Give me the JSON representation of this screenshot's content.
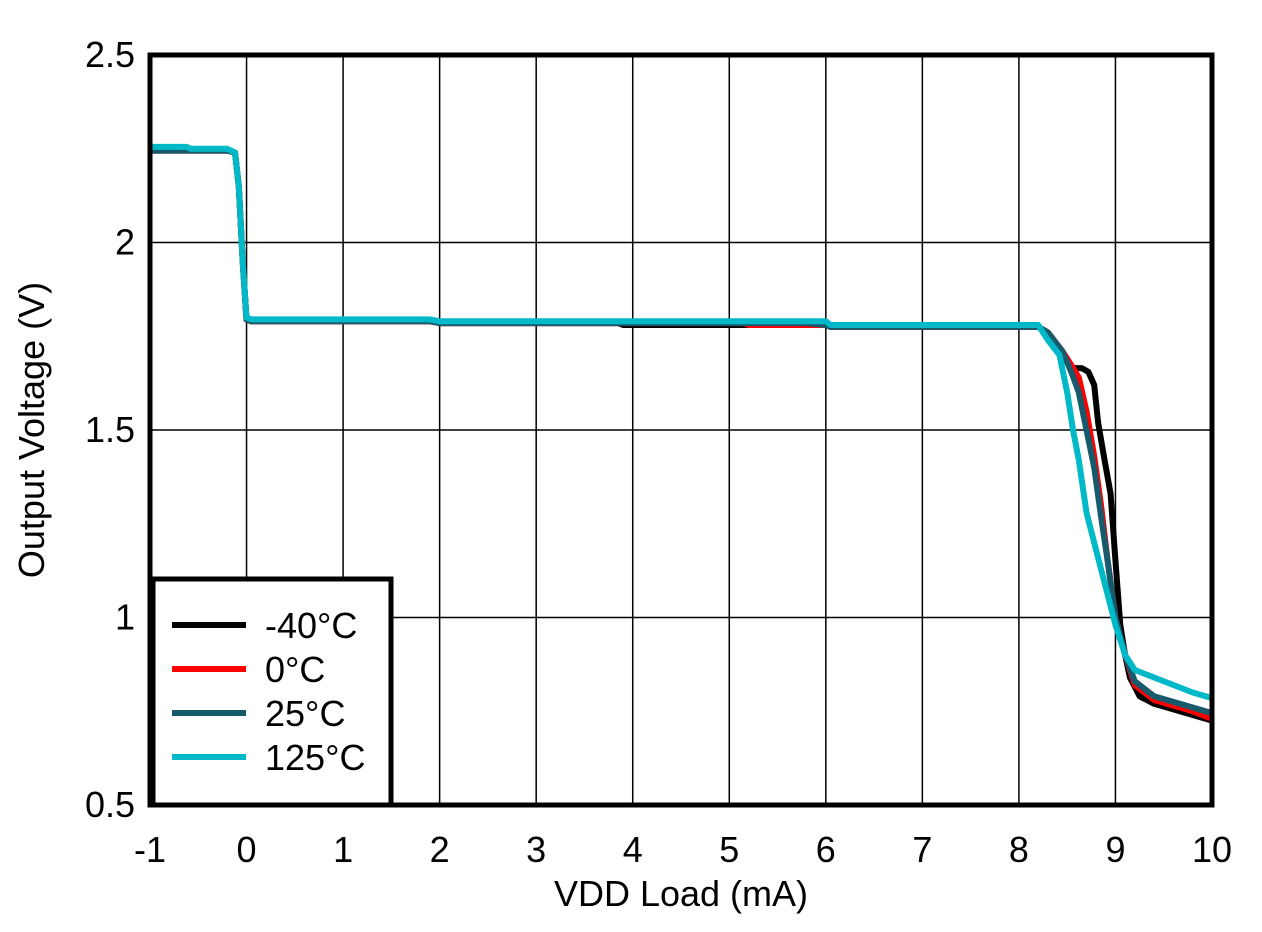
{
  "chart_data": {
    "type": "line",
    "title": "",
    "xlabel": "VDD Load (mA)",
    "ylabel": "Output Voltage (V)",
    "xlim": [
      -1,
      10
    ],
    "ylim": [
      0.5,
      2.5
    ],
    "xticks": [
      -1,
      0,
      1,
      2,
      3,
      4,
      5,
      6,
      7,
      8,
      9,
      10
    ],
    "xtick_labels": [
      "-1",
      "0",
      "1",
      "2",
      "3",
      "4",
      "5",
      "6",
      "7",
      "8",
      "9",
      "10"
    ],
    "yticks": [
      0.5,
      1,
      1.5,
      2,
      2.5
    ],
    "ytick_labels": [
      "0.5",
      "1",
      "1.5",
      "2",
      "2.5"
    ],
    "grid": true,
    "legend_position": "lower left",
    "series": [
      {
        "name": "-40°C",
        "color": "#000000",
        "x": [
          -1,
          -0.2,
          -0.12,
          -0.08,
          -0.04,
          0,
          0.05,
          1.9,
          2.0,
          3.85,
          3.9,
          6.0,
          6.05,
          8.2,
          8.3,
          8.45,
          8.55,
          8.65,
          8.72,
          8.78,
          8.82,
          8.88,
          8.95,
          9.0,
          9.05,
          9.1,
          9.15,
          9.25,
          9.4,
          9.6,
          9.8,
          10
        ],
        "y": [
          2.245,
          2.245,
          2.24,
          2.15,
          1.95,
          1.795,
          1.79,
          1.79,
          1.785,
          1.785,
          1.78,
          1.78,
          1.775,
          1.775,
          1.76,
          1.71,
          1.665,
          1.665,
          1.655,
          1.62,
          1.52,
          1.43,
          1.33,
          1.15,
          0.98,
          0.9,
          0.84,
          0.79,
          0.77,
          0.755,
          0.74,
          0.725
        ]
      },
      {
        "name": "0°C",
        "color": "#ff0000",
        "x": [
          -1,
          -0.2,
          -0.12,
          -0.08,
          -0.04,
          0,
          0.05,
          1.9,
          2.0,
          5.15,
          5.2,
          6.0,
          6.05,
          8.2,
          8.3,
          8.45,
          8.55,
          8.62,
          8.7,
          8.78,
          8.85,
          8.92,
          9.0,
          9.05,
          9.1,
          9.2,
          9.4,
          9.6,
          9.8,
          10
        ],
        "y": [
          2.245,
          2.245,
          2.24,
          2.15,
          1.95,
          1.795,
          1.79,
          1.79,
          1.785,
          1.785,
          1.78,
          1.78,
          1.775,
          1.775,
          1.76,
          1.71,
          1.67,
          1.64,
          1.55,
          1.43,
          1.3,
          1.15,
          1.0,
          0.95,
          0.9,
          0.82,
          0.78,
          0.765,
          0.75,
          0.73
        ]
      },
      {
        "name": "25°C",
        "color": "#165a6b",
        "x": [
          -1,
          -0.2,
          -0.12,
          -0.08,
          -0.04,
          0,
          0.05,
          1.9,
          2.0,
          5.8,
          6.0,
          6.05,
          8.2,
          8.3,
          8.45,
          8.55,
          8.62,
          8.7,
          8.78,
          8.85,
          8.92,
          9.0,
          9.05,
          9.1,
          9.2,
          9.4,
          9.6,
          9.8,
          10
        ],
        "y": [
          2.245,
          2.245,
          2.24,
          2.15,
          1.95,
          1.795,
          1.79,
          1.79,
          1.785,
          1.785,
          1.78,
          1.775,
          1.775,
          1.76,
          1.71,
          1.65,
          1.6,
          1.5,
          1.4,
          1.27,
          1.15,
          1.0,
          0.95,
          0.9,
          0.83,
          0.79,
          0.775,
          0.76,
          0.745
        ]
      },
      {
        "name": "125°C",
        "color": "#00b9c8",
        "x": [
          -1,
          -0.62,
          -0.58,
          -0.2,
          -0.12,
          -0.08,
          -0.04,
          0,
          0.05,
          1.9,
          2.0,
          6.0,
          6.05,
          8.2,
          8.3,
          8.42,
          8.5,
          8.56,
          8.62,
          8.7,
          8.8,
          8.9,
          9.0,
          9.05,
          9.1,
          9.2,
          9.4,
          9.6,
          9.8,
          10
        ],
        "y": [
          2.255,
          2.255,
          2.25,
          2.25,
          2.24,
          2.15,
          1.95,
          1.8,
          1.795,
          1.795,
          1.79,
          1.79,
          1.78,
          1.78,
          1.74,
          1.7,
          1.6,
          1.5,
          1.42,
          1.28,
          1.18,
          1.08,
          0.98,
          0.94,
          0.9,
          0.86,
          0.84,
          0.82,
          0.8,
          0.785
        ]
      }
    ]
  }
}
